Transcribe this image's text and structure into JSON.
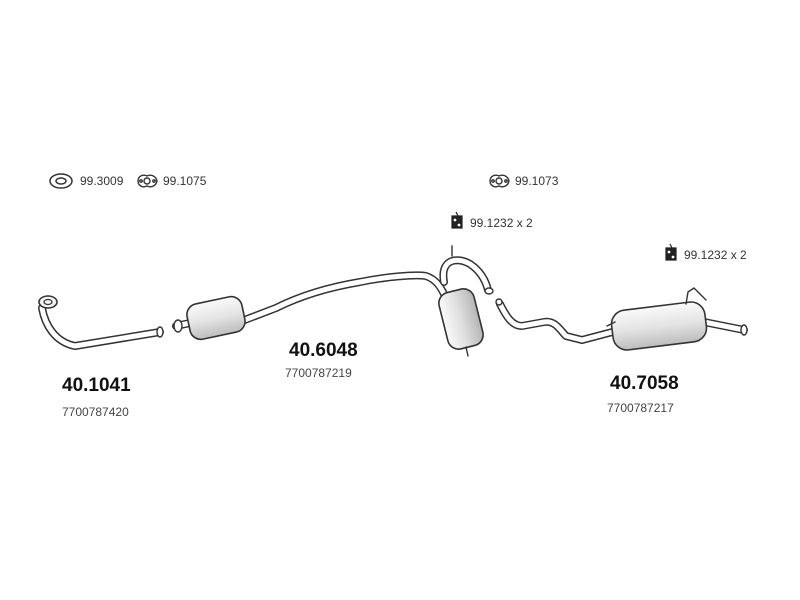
{
  "accessories": [
    {
      "code": "99.3009",
      "icon": "gasket-ring-icon"
    },
    {
      "code": "99.1075",
      "icon": "flange-gasket-icon"
    },
    {
      "code": "99.1073",
      "icon": "flange-gasket-icon"
    },
    {
      "code": "99.1232 x 2",
      "icon": "rubber-hanger-icon"
    },
    {
      "code": "99.1232 x 2",
      "icon": "rubber-hanger-icon"
    }
  ],
  "parts": [
    {
      "number": "40.1041",
      "oem": "7700787420",
      "section": "front-pipe"
    },
    {
      "number": "40.6048",
      "oem": "7700787219",
      "section": "middle-silencer"
    },
    {
      "number": "40.7058",
      "oem": "7700787217",
      "section": "rear-silencer"
    }
  ],
  "colors": {
    "line": "#333333",
    "fill": "#f2f2f2",
    "text": "#222222"
  }
}
